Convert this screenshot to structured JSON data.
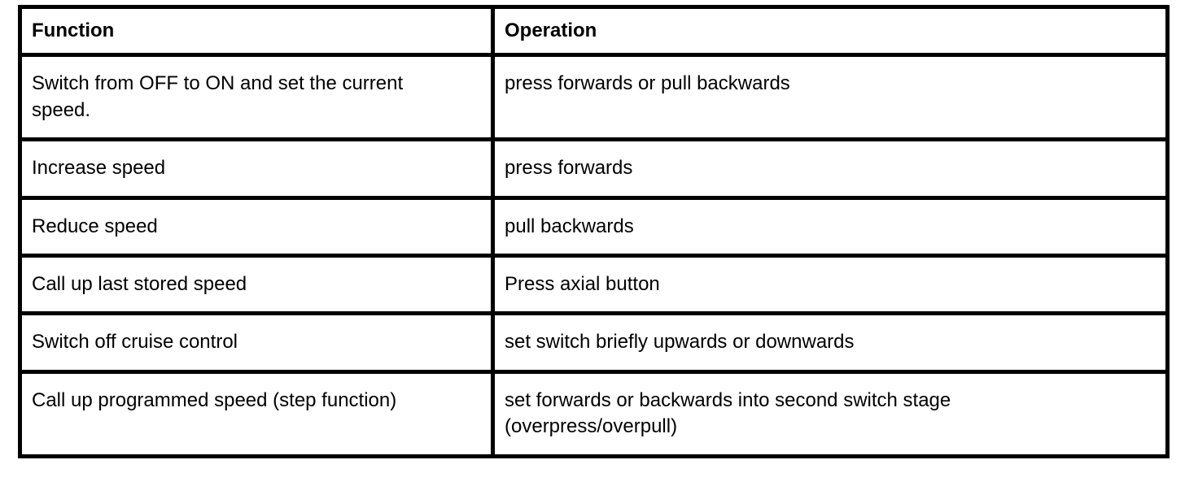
{
  "table": {
    "headers": {
      "function": "Function",
      "operation": "Operation"
    },
    "rows": [
      {
        "function": [
          "Switch from OFF to ON and set the current",
          "speed."
        ],
        "operation": "press forwards or pull backwards"
      },
      {
        "function": "Increase speed",
        "operation": "press forwards"
      },
      {
        "function": "Reduce speed",
        "operation": "pull backwards"
      },
      {
        "function": "Call up last stored speed",
        "operation": "Press axial button"
      },
      {
        "function": "Switch off cruise control",
        "operation": "set switch briefly upwards or downwards"
      },
      {
        "function": "Call up programmed speed (step function)",
        "operation": [
          "set forwards or backwards into second switch stage",
          "(overpress/overpull)"
        ]
      }
    ],
    "colors": {
      "border": "#000000",
      "text": "#000000",
      "background": "#ffffff"
    }
  }
}
